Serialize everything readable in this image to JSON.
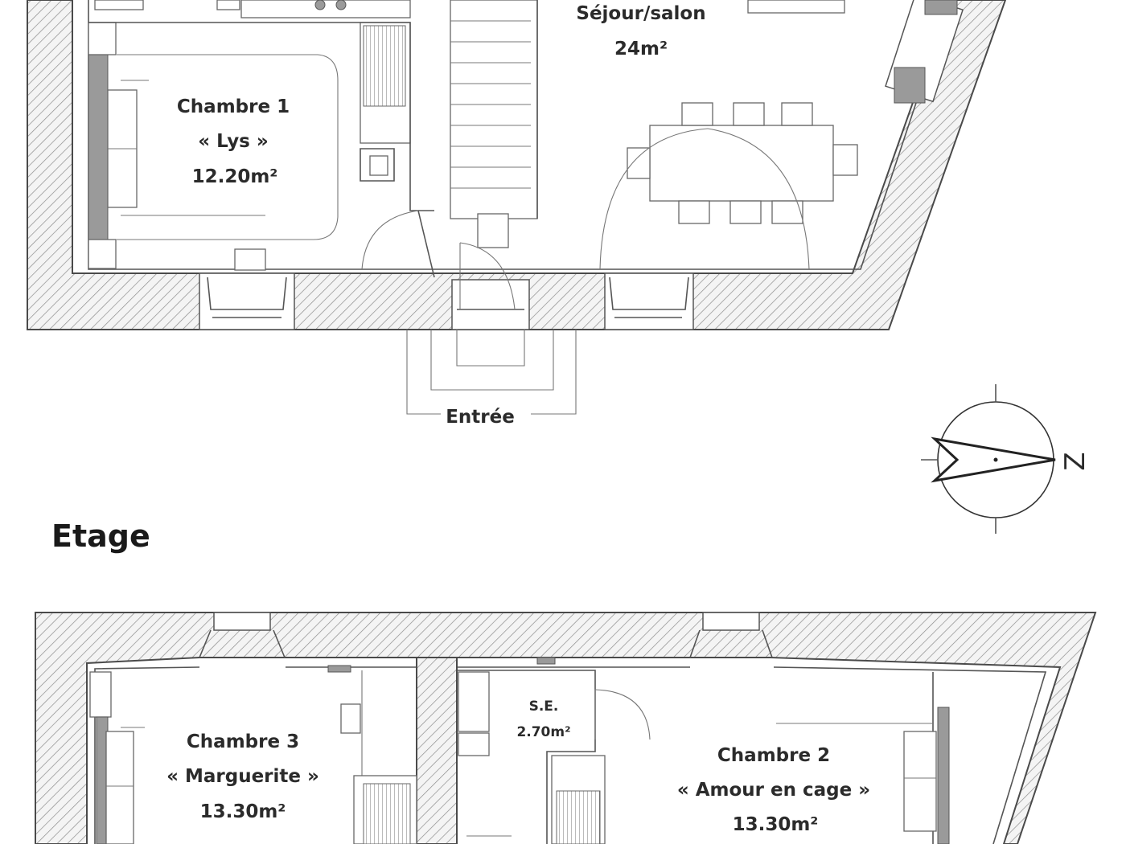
{
  "ground_floor": {
    "chambre1": {
      "name": "Chambre 1",
      "alias": "« Lys »",
      "area": "12.20m²"
    },
    "sejour": {
      "name": "Séjour/salon",
      "area": "24m²"
    },
    "entree": {
      "name": "Entrée"
    }
  },
  "compass": {
    "letter": "Z"
  },
  "upper_floor": {
    "heading": "Etage",
    "chambre3": {
      "name": "Chambre 3",
      "alias": "« Marguerite »",
      "area": "13.30m²"
    },
    "se": {
      "name": "S.E.",
      "area": "2.70m²"
    },
    "chambre2": {
      "name": "Chambre 2",
      "alias": "« Amour en cage »",
      "area": "13.30m²"
    }
  },
  "colors": {
    "wall_hatch": "#8c8c8c",
    "line": "#555555",
    "text": "#2b2b2b"
  }
}
